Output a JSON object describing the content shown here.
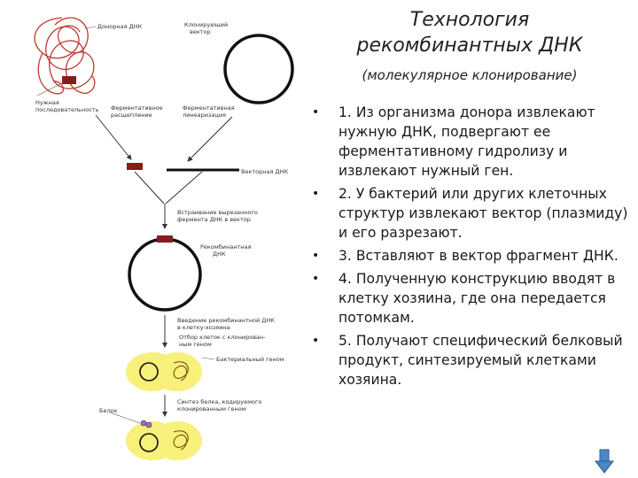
{
  "title": "Технология рекомбинантных ДНК",
  "subtitle": "(молекулярное клонирование)",
  "steps": [
    "1. Из организма донора извлекают нужную ДНК, подвергают ее ферментативному гидролизу и извлекают нужный ген.",
    "2. У бактерий или других клеточных структур извлекают вектор (плазмиду) и его разрезают.",
    "3. Вставляют в вектор фрагмент ДНК.",
    "4. Полученную конструкцию вводят в клетку хозяина, где она передается потомкам.",
    "5.  Получают специфический белковый продукт, синтезируемый клетками хозяина."
  ],
  "diagram": {
    "donor_dna": "Донорная ДНК",
    "cloning_vector_1": "Клонирующий",
    "cloning_vector_2": "вектор",
    "needed_seq_1": "Нужная",
    "needed_seq_2": "последовательность",
    "enzymatic_cut_1": "Ферментативное",
    "enzymatic_cut_2": "расщепление",
    "enzymatic_lin_1": "Ферментативная",
    "enzymatic_lin_2": "линеаризация",
    "vector_dna": "Векторная ДНК",
    "insertion_1": "Встраивание вырезанного",
    "insertion_2": "фермента ДНК в вектор",
    "recombinant_1": "Рекомбинантная",
    "recombinant_2": "ДНК",
    "introduction_1": "Введение рекомбинантной ДНК",
    "introduction_2": "в клетку-хозяина",
    "selection_1": "Отбор клеток с клонирован-",
    "selection_2": "ным геном",
    "bacterial_genome": "Бактериальный геном",
    "protein_synth_1": "Синтез белка, кодируемого",
    "protein_synth_2": "клонированным геном",
    "protein": "Белок"
  },
  "colors": {
    "donor_dna": "#c0392b",
    "insert_fragment": "#8b1a1a",
    "cell_fill": "#f7f07a",
    "nav_arrow": "#4a86c8"
  },
  "icons": {
    "next_slide": "arrow-down-icon"
  }
}
